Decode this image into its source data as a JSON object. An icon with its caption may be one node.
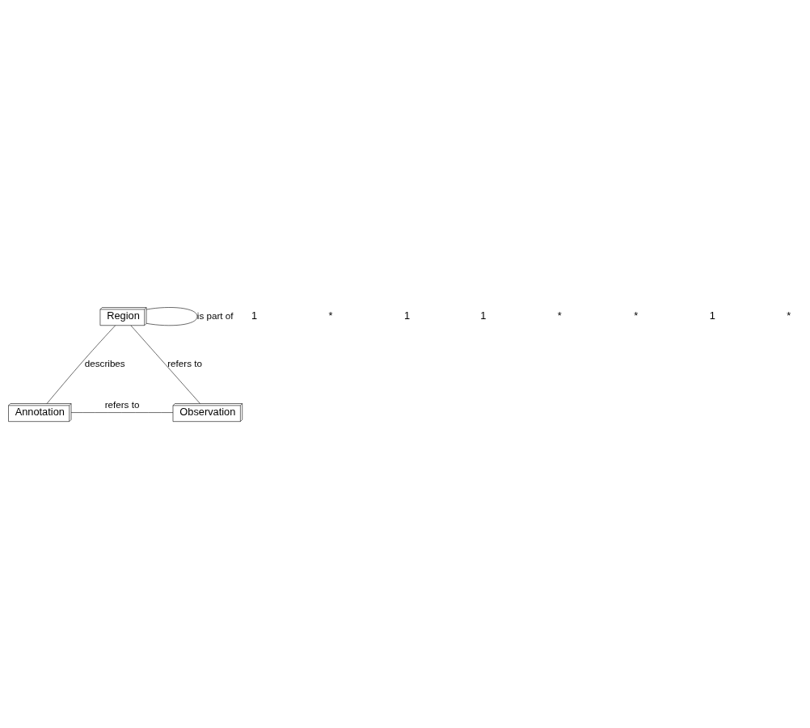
{
  "diagram": {
    "nodes": [
      {
        "text": [
          "Region"
        ]
      },
      {
        "text": [
          "Annotation"
        ]
      },
      {
        "text": [
          "Observation"
        ]
      }
    ],
    "edges": [
      {
        "from": 0,
        "to": 0,
        "arrow": "none",
        "label": "is part of"
      },
      {
        "from": 0,
        "to": 1,
        "arrow": "none",
        "label": "describes"
      },
      {
        "from": 0,
        "to": 2,
        "arrow": "none",
        "label": "refers to"
      },
      {
        "from": 1,
        "to": 2,
        "arrow": "none",
        "label": "refers to"
      }
    ],
    "labels": [
      "1",
      "*",
      "1",
      "1",
      "*",
      "*",
      "1",
      "*"
    ]
  }
}
